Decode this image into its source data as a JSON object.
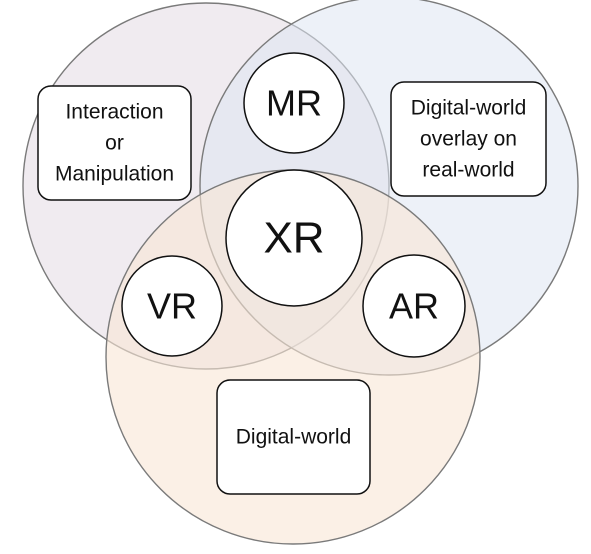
{
  "colors": {
    "interaction_set": "#e6dde6",
    "overlay_set": "#dfe6f3",
    "digital_set": "#f8e6d6",
    "node_fill": "#ffffff",
    "outline": "#111111"
  },
  "nodes": {
    "mr": "MR",
    "xr": "XR",
    "vr": "VR",
    "ar": "AR"
  },
  "boxes": {
    "interaction": [
      "Interaction",
      "or",
      "Manipulation"
    ],
    "overlay": [
      "Digital-world",
      "overlay on",
      "real-world"
    ],
    "digital": [
      "Digital-world"
    ]
  }
}
